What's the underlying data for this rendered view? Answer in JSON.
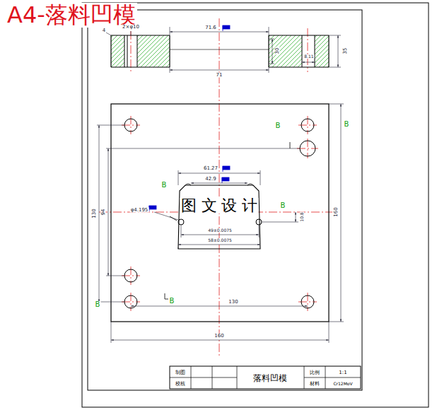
{
  "diagram": {
    "title": "A4-落料凹模",
    "labels": [
      "4",
      "2×φ10",
      "71.6",
      "30",
      "8.11",
      "35",
      "71",
      "B",
      "B",
      "130",
      "94",
      "61.27",
      "42.9",
      "B",
      "φ4.195",
      "图 文 设 计",
      "B",
      "10.8",
      "49±0.0075",
      "58±0.0075",
      "B",
      "B",
      "130",
      "160",
      "160",
      "制图",
      "校核",
      "落料凹模",
      "比例",
      "1:1",
      "材料",
      "Cr12MoV"
    ]
  }
}
